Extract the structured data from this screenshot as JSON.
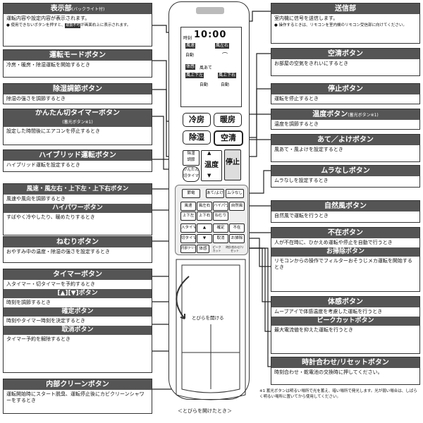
{
  "left_labels": [
    {
      "title": "表示部",
      "title_note": "(バックライト付)",
      "body": "運転内容や設定内容が表示されます。",
      "note": "● 使用できないボタンを押すと、",
      "note_badge": "取扱不可",
      "note_end": "が画面右上に表示されます。"
    },
    {
      "title": "運転モードボタン",
      "body": "冷房・暖房・除湿運転を開始するとき"
    },
    {
      "title": "除湿調節ボタン",
      "body": "除湿の強さを調節するとき"
    },
    {
      "title": "かんたん切タイマーボタン",
      "title_line2": "(蓄光ボタン※1)",
      "body": "設定した時間後にエアコンを停止するとき"
    },
    {
      "title": "ハイブリッド運転ボタン",
      "body": "ハイブリッド運転を設定するとき"
    },
    {
      "title": "風速・風左右・上下左・上下右ボタン",
      "body": "風速や風向を調節するとき",
      "sub": "ハイパワーボタン",
      "sub_body": "すばやく冷やしたり、暖めたりするとき"
    },
    {
      "title": "ねむりボタン",
      "body": "おやすみ中の温度・除湿の強さを設定するとき"
    },
    {
      "title": "タイマーボタン",
      "body": "入タイマー・切タイマーを予約するとき",
      "sub": "[▲][▼]ボタン",
      "sub_body": "時刻を調節するとき",
      "sub2": "確定ボタン",
      "sub2_body": "時刻やタイマー時刻を決定するとき",
      "sub3": "取消ボタン",
      "sub3_body": "タイマー予約を解除するとき"
    },
    {
      "title": "内部クリーンボタン",
      "body": "運転開始時にスタート脱臭、運転停止後にカビクリーンシャワーをするとき"
    }
  ],
  "right_labels": [
    {
      "title": "送信部",
      "body": "室内機に信号を送信します。",
      "note": "● 操作するときは、リモコンを室内機のリモコン受信部に向けてください。"
    },
    {
      "title": "空清ボタン",
      "body": "お部屋の空気をきれいにするとき"
    },
    {
      "title": "停止ボタン",
      "body": "運転を停止するとき"
    },
    {
      "title": "温度ボタン",
      "title_note": "(蓄光ボタン※1)",
      "body": "温度を調節するとき"
    },
    {
      "title": "あて／よけボタン",
      "body": "風あて・風よけを設定するとき"
    },
    {
      "title": "ムラなしボタン",
      "body": "ムラなしを設定するとき"
    },
    {
      "title": "自然風ボタン",
      "body": "自然風で運転を行うとき"
    },
    {
      "title": "不在ボタン",
      "body": "人が不在時に、ひかえめ運転や停止を自動で行うとき",
      "sub": "お掃除ボタン",
      "sub_body": "リモコンからの操作でフィルターおそうじメカ運転を開始するとき"
    },
    {
      "title": "体感ボタン",
      "body": "ムーブアイで体感温度を考慮した運転を行うとき",
      "sub": "ピークカットボタン",
      "sub_body": "最大電流値を抑えた運転を行うとき"
    },
    {
      "title": "時計合わせ/リセットボタン",
      "body": "時刻合わせ・乾電池の交換時に押してください。"
    }
  ],
  "remote": {
    "display": {
      "time": "10:00",
      "label_timer": "時刻",
      "speed": "風速",
      "lr": "風左右",
      "auto1": "自動",
      "taikan": "体感",
      "kaze_ate": "風あて",
      "ud_left": "風上下左",
      "ud_right": "風上下右",
      "auto2": "自動",
      "auto3": "自動"
    },
    "big_buttons": {
      "cool": "冷房",
      "heat": "暖房",
      "dry": "除湿",
      "clean": "空清"
    },
    "dry_adjust": "除湿\n調節",
    "easy_timer": "かんたん\n切タイマー",
    "temp": "温度",
    "stop": "停止",
    "up": "▲",
    "down": "▼",
    "row1": [
      "節電",
      "あて/よけ",
      "ムラなし"
    ],
    "row2": [
      "風速",
      "風左右",
      "ハイパワー",
      "自然風"
    ],
    "row3": [
      "上下左",
      "上下右",
      "ねむり"
    ],
    "row4": [
      "入タイマー",
      "▲",
      "確定",
      "不在"
    ],
    "row5": [
      "切タイマー",
      "▼",
      "取消",
      "お掃除"
    ],
    "row6": [
      "内部クリーン",
      "体感",
      "ピークカット",
      "時計合わせ/リセット"
    ],
    "open_label": "とびらを開ける"
  },
  "footnote": "※1 蓄光ボタンは明るい場所で光を蓄え、暗い場所で発光します。光が弱い場合は、しばらく明るい場所に置いてから使用してください。",
  "caption": "＜とびらを開けたとき＞"
}
